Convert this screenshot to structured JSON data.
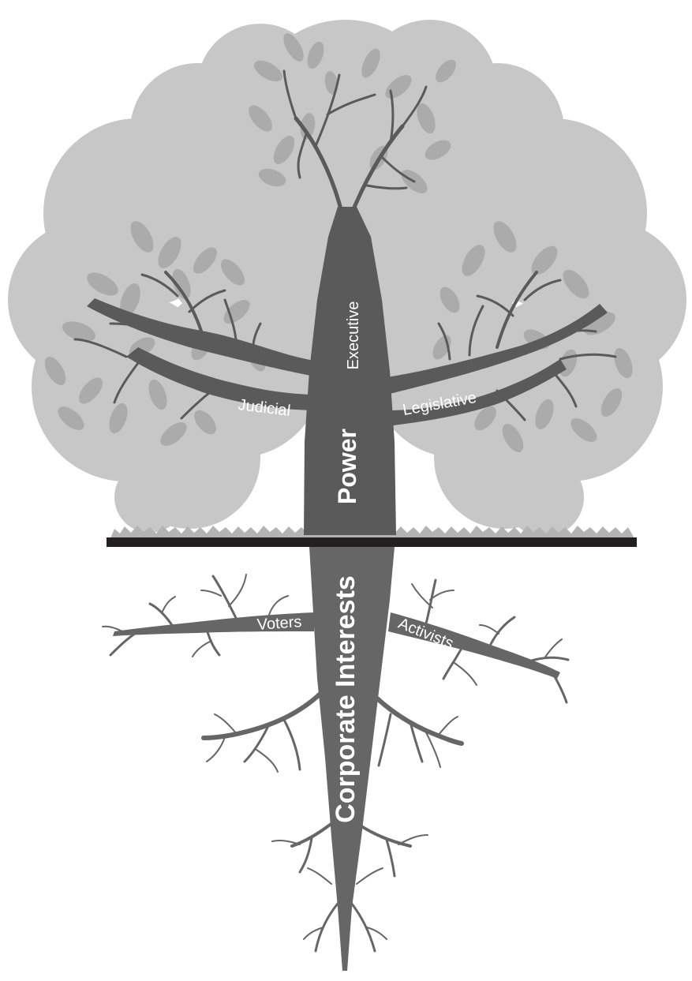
{
  "labels": {
    "executive": "Executive",
    "judicial": "Judicial",
    "legislative": "Legislative",
    "power": "Power",
    "corporate_interests": "Corporate Interests",
    "voters": "Voters",
    "activists": "Activists"
  },
  "colors": {
    "background": "#ffffff",
    "canopy": "#c7c7c7",
    "leaf": "#ababab",
    "trunk": "#5a5a5a",
    "roots": "#666666",
    "ground_line": "#231f20",
    "grass": "#b3b3b3",
    "label_text": "#ffffff"
  }
}
